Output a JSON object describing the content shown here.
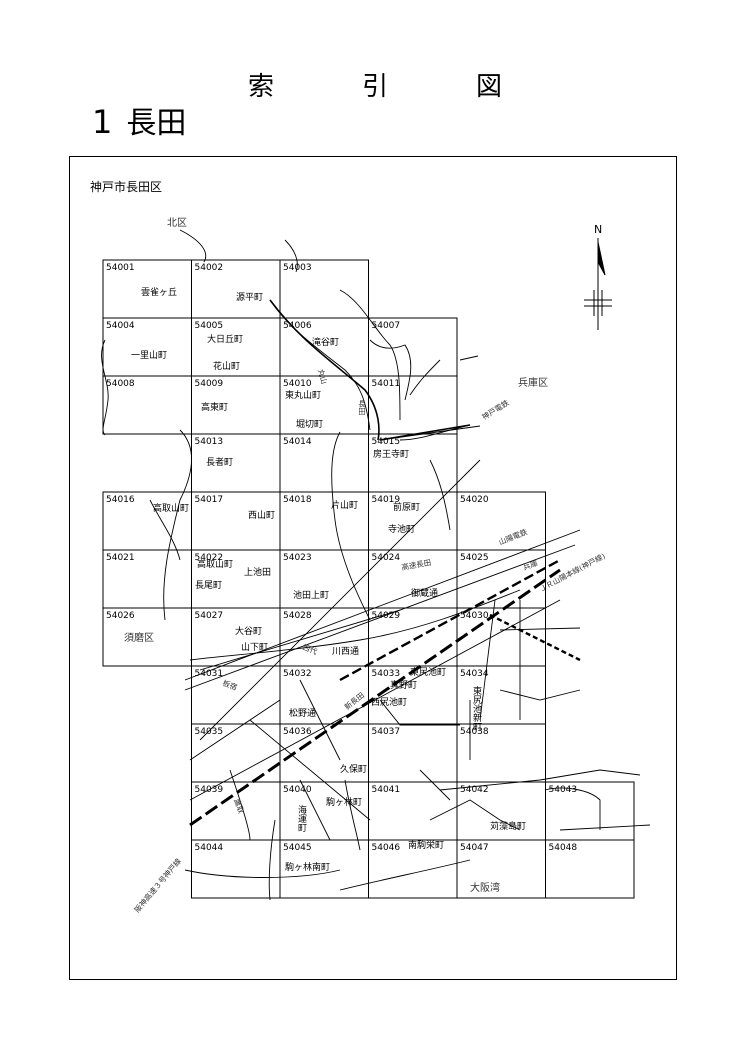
{
  "header": {
    "title": "索引図",
    "number": "1",
    "name": "長田"
  },
  "map": {
    "ward_label": "神戸市長田区",
    "north_label": "N",
    "regions": [
      {
        "id": "kita",
        "text": "北区"
      },
      {
        "id": "hyogo",
        "text": "兵庫区"
      },
      {
        "id": "suma",
        "text": "須磨区"
      },
      {
        "id": "osakawan",
        "text": "大阪湾"
      }
    ],
    "tiles": [
      "54001",
      "54002",
      "54003",
      "54004",
      "54005",
      "54006",
      "54007",
      "54008",
      "54009",
      "54010",
      "54011",
      "54013",
      "54014",
      "54015",
      "54016",
      "54017",
      "54018",
      "54019",
      "54020",
      "54021",
      "54022",
      "54023",
      "54024",
      "54025",
      "54026",
      "54027",
      "54028",
      "54029",
      "54030",
      "54031",
      "54032",
      "54033",
      "54034",
      "54035",
      "54036",
      "54037",
      "54038",
      "54039",
      "54040",
      "54041",
      "54042",
      "54043",
      "54044",
      "54045",
      "54046",
      "54047",
      "54048"
    ],
    "places": [
      {
        "id": "unjakugaoka",
        "text": "雲雀ヶ丘"
      },
      {
        "id": "genpei",
        "text": "源平町"
      },
      {
        "id": "ooigaoka",
        "text": "大日丘町"
      },
      {
        "id": "takitani",
        "text": "滝谷町"
      },
      {
        "id": "ichirisan",
        "text": "一里山町"
      },
      {
        "id": "hanayama",
        "text": "花山町"
      },
      {
        "id": "higashimaruyama",
        "text": "東丸山町"
      },
      {
        "id": "takahigashi",
        "text": "高東町"
      },
      {
        "id": "horikiri",
        "text": "堀切町"
      },
      {
        "id": "nagasha",
        "text": "長者町"
      },
      {
        "id": "bouou",
        "text": "房王寺町"
      },
      {
        "id": "takatoriyama1",
        "text": "高取山町"
      },
      {
        "id": "nishiyama",
        "text": "西山町"
      },
      {
        "id": "katayama",
        "text": "片山町"
      },
      {
        "id": "maehara",
        "text": "前原町"
      },
      {
        "id": "teraike",
        "text": "寺池町"
      },
      {
        "id": "takatoriyama2",
        "text": "高取山町"
      },
      {
        "id": "kamiikeda",
        "text": "上池田"
      },
      {
        "id": "nagao",
        "text": "長尾町"
      },
      {
        "id": "ikedakami",
        "text": "池田上町"
      },
      {
        "id": "gozou",
        "text": "御蔵通"
      },
      {
        "id": "ootani",
        "text": "大谷町"
      },
      {
        "id": "yamashita",
        "text": "山下町"
      },
      {
        "id": "kawanishi",
        "text": "川西通"
      },
      {
        "id": "higashijiri",
        "text": "東尻池町"
      },
      {
        "id": "mano",
        "text": "真野町"
      },
      {
        "id": "nishijiri",
        "text": "西尻池町"
      },
      {
        "id": "matsuno",
        "text": "松野通"
      },
      {
        "id": "kubo",
        "text": "久保町"
      },
      {
        "id": "higashijirishin",
        "text": "東尻池新町"
      },
      {
        "id": "komagabayashi",
        "text": "駒ヶ林町"
      },
      {
        "id": "kaiun",
        "text": "海運町"
      },
      {
        "id": "karumo",
        "text": "苅藻島町"
      },
      {
        "id": "komaminami",
        "text": "駒ヶ林南町"
      },
      {
        "id": "minamikoma",
        "text": "南駒栄町"
      }
    ],
    "line_labels": [
      {
        "id": "kobe-dentetsu",
        "text": "神戸電鉄"
      },
      {
        "id": "sanyo",
        "text": "山陽電鉄"
      },
      {
        "id": "jr",
        "text": "ＪＲ山陽本線(神戸線)"
      },
      {
        "id": "hanshin",
        "text": "阪神高速３号神戸線"
      },
      {
        "id": "kousoku-nagata",
        "text": "高速長田"
      },
      {
        "id": "itayado",
        "text": "板宿"
      },
      {
        "id": "nishidai",
        "text": "西代"
      },
      {
        "id": "shinnagata",
        "text": "新長田"
      },
      {
        "id": "takatori",
        "text": "鷹取"
      },
      {
        "id": "hyogo-st",
        "text": "兵庫"
      },
      {
        "id": "nagata-st",
        "text": "長田"
      },
      {
        "id": "maruyama-st",
        "text": "丸山"
      }
    ]
  }
}
